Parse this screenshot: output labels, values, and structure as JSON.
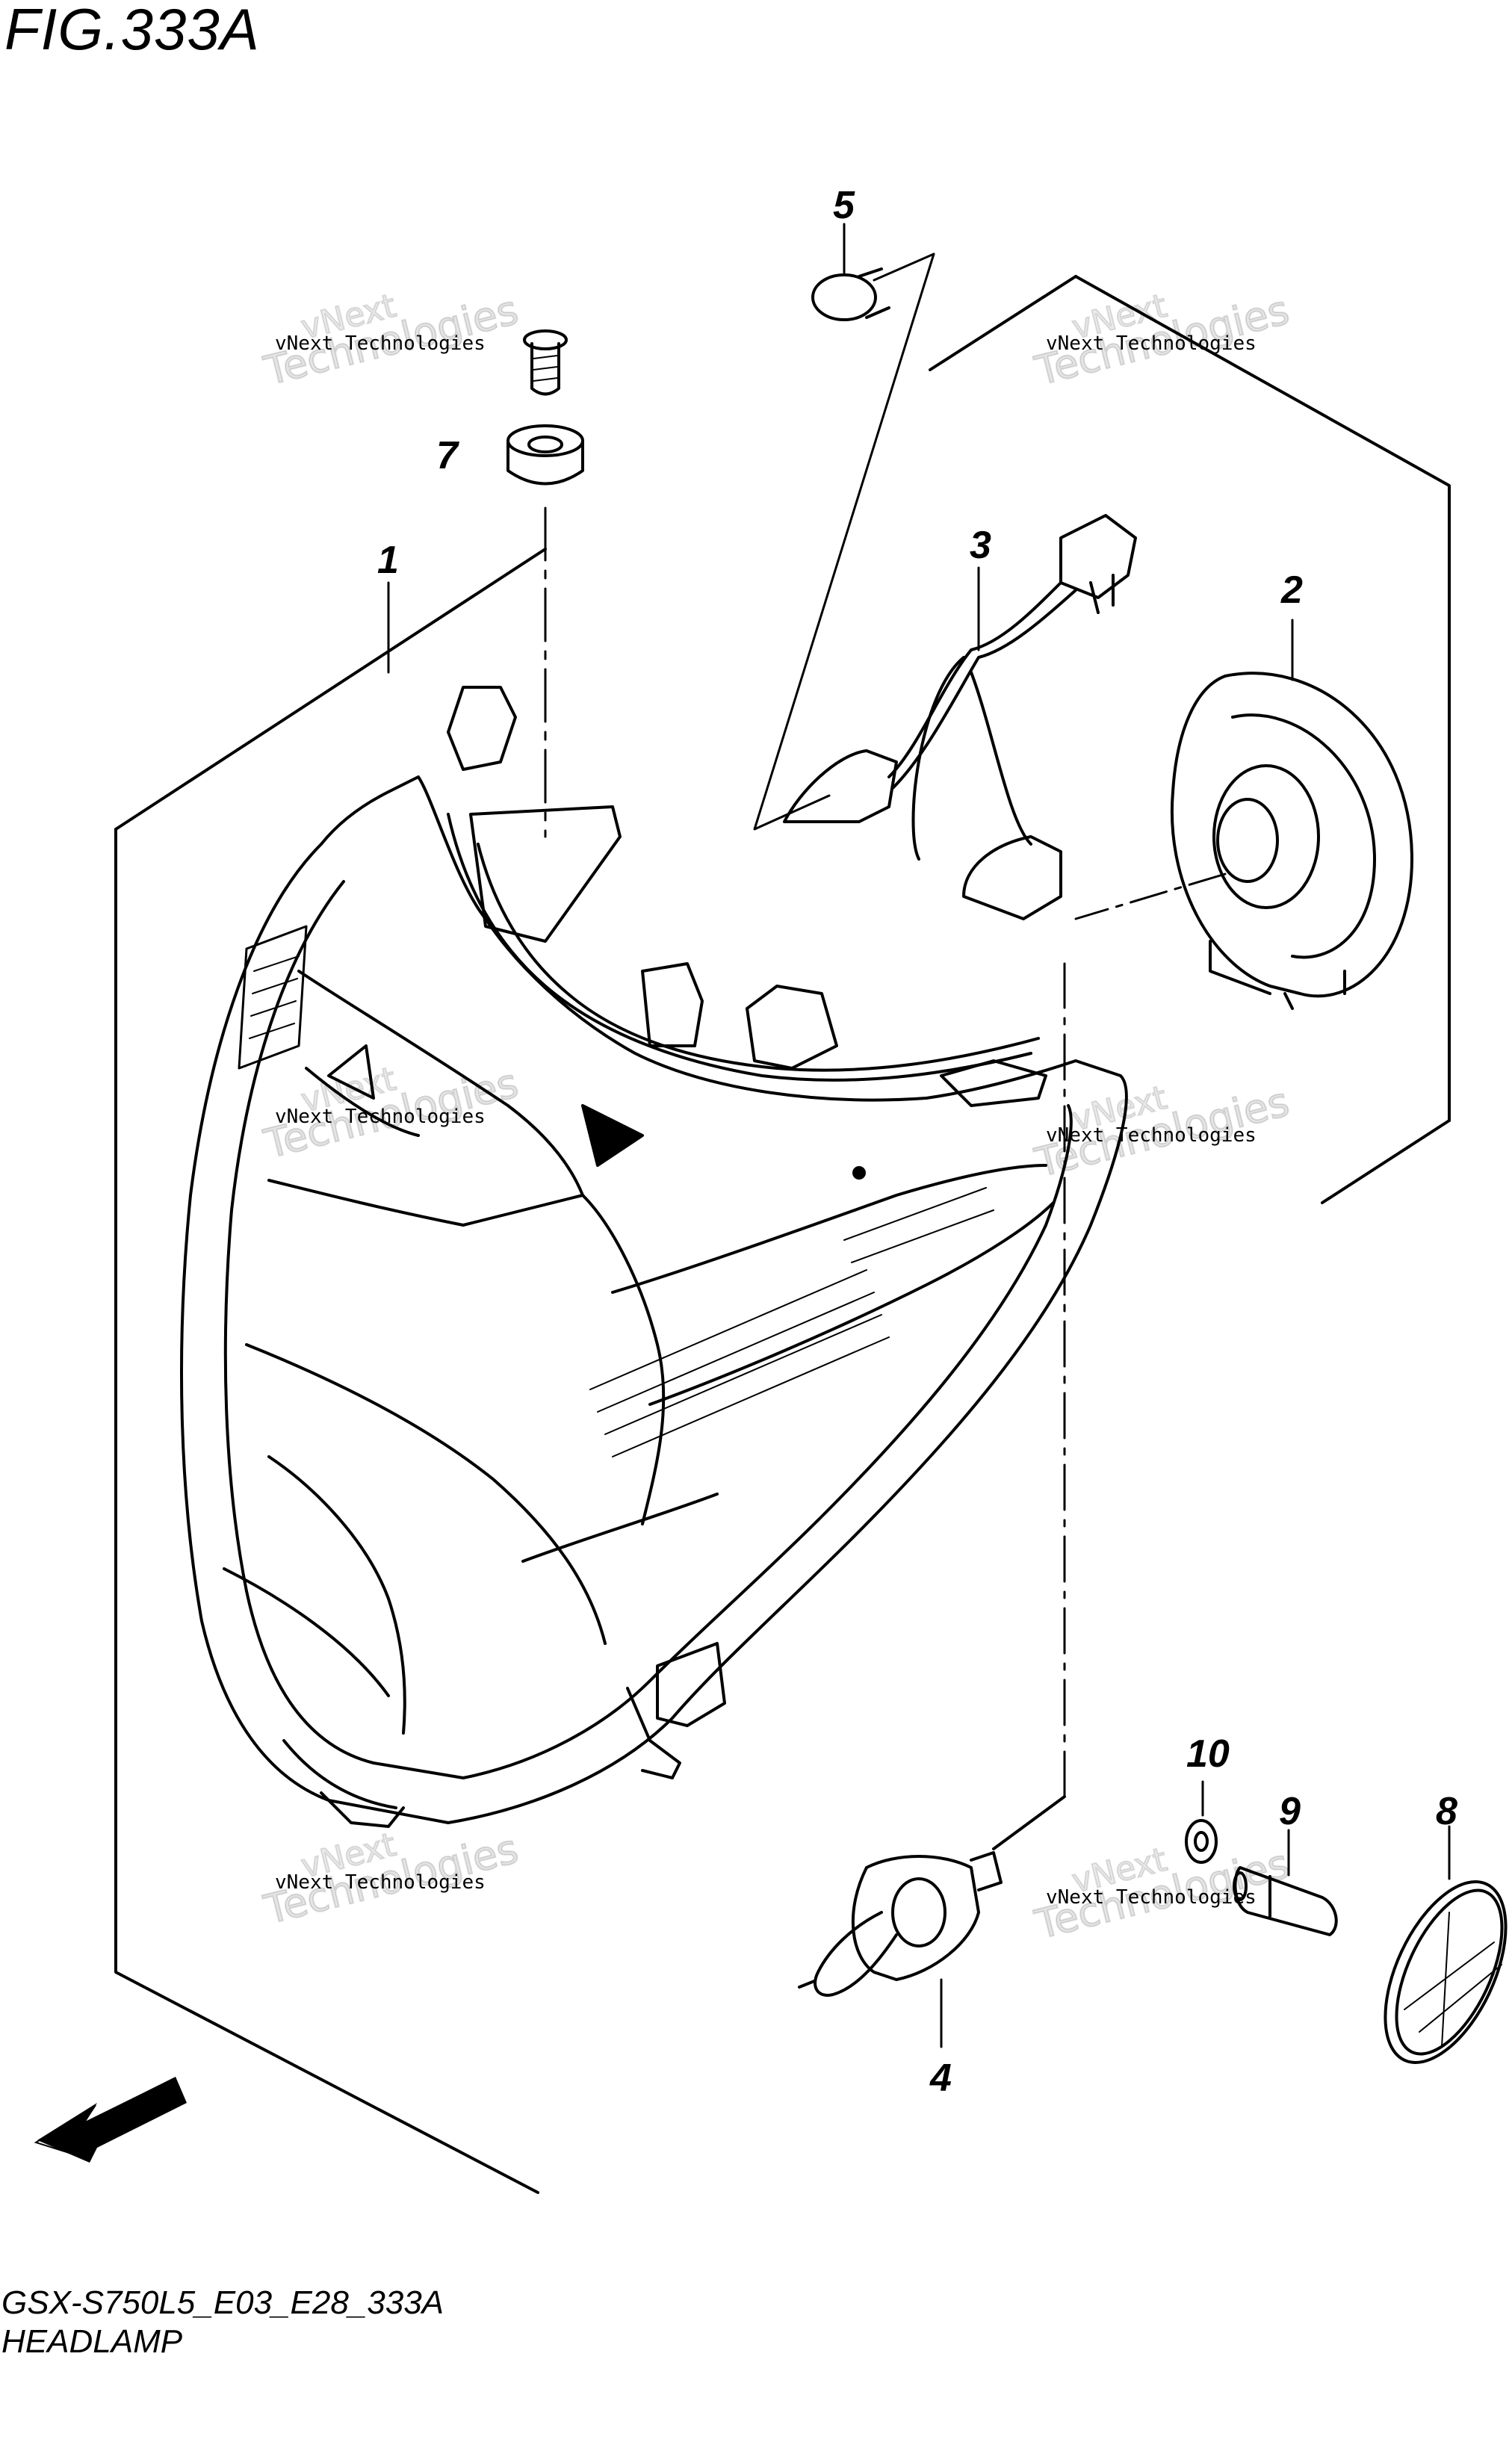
{
  "figure": {
    "title": "FIG.333A",
    "code": "GSX-S750L5_E03_E28_333A",
    "name": "HEADLAMP"
  },
  "callouts": [
    "1",
    "2",
    "3",
    "4",
    "5",
    "7",
    "8",
    "9",
    "10"
  ],
  "fwd_arrow": {
    "label": "FWD"
  },
  "watermark": {
    "line1": "vNext Technologies",
    "word_a": "vNext",
    "word_b": "Technologies"
  }
}
